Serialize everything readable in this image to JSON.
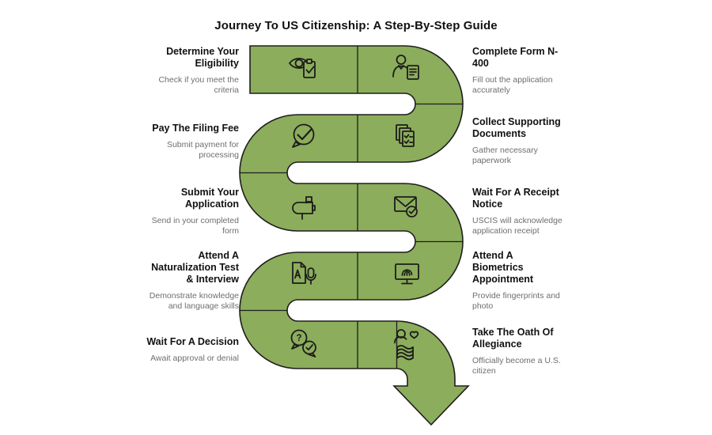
{
  "title": "Journey To US Citizenship: A Step-By-Step Guide",
  "colors": {
    "path": "#8CAD5B",
    "outline": "#1E1E1E",
    "heading": "#111111",
    "subtext": "#6E6E6E",
    "background": "#FFFFFF"
  },
  "steps": [
    {
      "order": 1,
      "side": "left",
      "title": "Determine Your\nEligibility",
      "desc": "Check if you meet the\ncriteria",
      "icon": "eye-checklist"
    },
    {
      "order": 2,
      "side": "right",
      "title": "Complete Form N-\n400",
      "desc": "Fill out the application\naccurately",
      "icon": "person-form"
    },
    {
      "order": 3,
      "side": "right",
      "title": "Collect Supporting\nDocuments",
      "desc": "Gather necessary\npaperwork",
      "icon": "document-stack"
    },
    {
      "order": 4,
      "side": "left",
      "title": "Pay The Filing Fee",
      "desc": "Submit payment for\nprocessing",
      "icon": "chat-checkmark"
    },
    {
      "order": 5,
      "side": "left",
      "title": "Submit Your\nApplication",
      "desc": "Send in your completed\nform",
      "icon": "mailbox"
    },
    {
      "order": 6,
      "side": "right",
      "title": "Wait For A Receipt\nNotice",
      "desc": "USCIS will acknowledge\napplication receipt",
      "icon": "envelope-check"
    },
    {
      "order": 7,
      "side": "right",
      "title": "Attend A\nBiometrics\nAppointment",
      "desc": "Provide fingerprints and\nphoto",
      "icon": "monitor-fingerprint"
    },
    {
      "order": 8,
      "side": "left",
      "title": "Attend A\nNaturalization Test\n& Interview",
      "desc": "Demonstrate knowledge\nand language skills",
      "icon": "document-microphone"
    },
    {
      "order": 9,
      "side": "left",
      "title": "Wait For A Decision",
      "desc": "Await approval or denial",
      "icon": "chat-question-check"
    },
    {
      "order": 10,
      "side": "right",
      "title": "Take The Oath Of\nAllegiance",
      "desc": "Officially become a U.S.\ncitizen",
      "icon": "person-heart-flag"
    }
  ]
}
